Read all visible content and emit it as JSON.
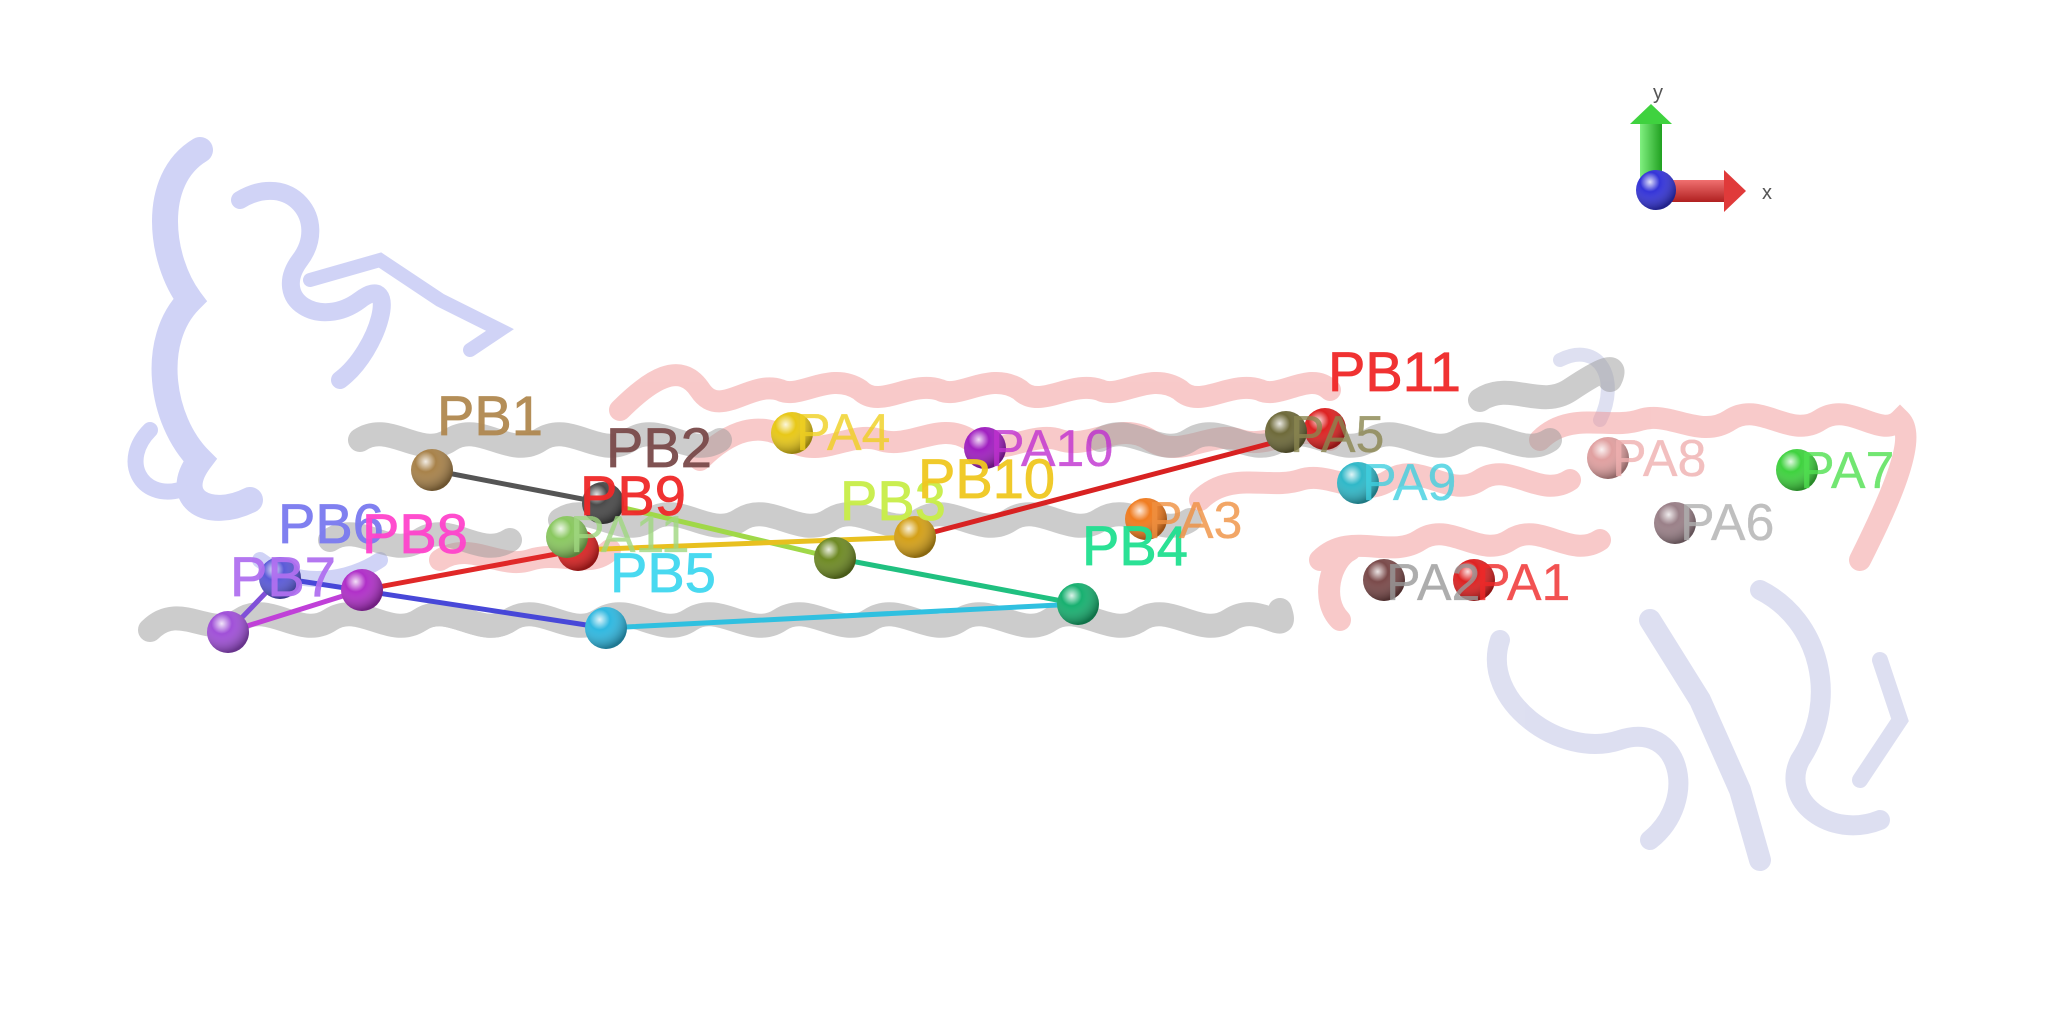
{
  "axes": {
    "x_label": "x",
    "y_label": "y",
    "x_color": "#e03a3a",
    "y_color": "#3fd23f",
    "z_color": "#3434d8"
  },
  "palette": {
    "chain_b": "#9a9a9a",
    "chain_a": "#f08a8a",
    "domain_left": "#aab0f0",
    "domain_right": "#c8cbe8"
  },
  "beads": [
    {
      "id": "PB1",
      "label": "PB1",
      "color": "#a8824a",
      "text_color": "#b08850"
    },
    {
      "id": "PB2",
      "label": "PB2",
      "color": "#4a4a4a",
      "text_color": "#7a4a4a"
    },
    {
      "id": "PB3",
      "label": "PB3",
      "color": "#6e8a24",
      "text_color": "#c8ee48"
    },
    {
      "id": "PB4",
      "label": "PB4",
      "color": "#18b070",
      "text_color": "#20e090"
    },
    {
      "id": "PB5",
      "label": "PB5",
      "color": "#30b8e0",
      "text_color": "#40d8f0"
    },
    {
      "id": "PB6",
      "label": "PB6",
      "color": "#5a5ad8",
      "text_color": "#7a7af0"
    },
    {
      "id": "PB7",
      "label": "PB7",
      "color": "#a050d8",
      "text_color": "#b070f0"
    },
    {
      "id": "PB8",
      "label": "PB8",
      "color": "#b030c8",
      "text_color": "#ff44cc"
    },
    {
      "id": "PB9",
      "label": "PB9",
      "color": "#dd2222",
      "text_color": "#f02828"
    },
    {
      "id": "PB10",
      "label": "PB10",
      "color": "#d4a018",
      "text_color": "#f0c820"
    },
    {
      "id": "PB11",
      "label": "PB11",
      "color": "#dd2222",
      "text_color": "#f02828"
    },
    {
      "id": "PA1",
      "label": "PA1",
      "color": "#dd2222",
      "text_color": "#f02828"
    },
    {
      "id": "PA2",
      "label": "PA2",
      "color": "#7a4a4a",
      "text_color": "#999999"
    },
    {
      "id": "PA3",
      "label": "PA3",
      "color": "#f07c20",
      "text_color": "#f09040"
    },
    {
      "id": "PA4",
      "label": "PA4",
      "color": "#e8c818",
      "text_color": "#f0d020"
    },
    {
      "id": "PA5",
      "label": "PA5",
      "color": "#6e6a3a",
      "text_color": "#8a8650"
    },
    {
      "id": "PA6",
      "label": "PA6",
      "color": "#9a8088",
      "text_color": "#b0b0b0"
    },
    {
      "id": "PA7",
      "label": "PA7",
      "color": "#3fd23f",
      "text_color": "#50e050"
    },
    {
      "id": "PA8",
      "label": "PA8",
      "color": "#e0a0a0",
      "text_color": "#f0b0b0"
    },
    {
      "id": "PA9",
      "label": "PA9",
      "color": "#30b8c8",
      "text_color": "#40d0e0"
    },
    {
      "id": "PA10",
      "label": "PA10",
      "color": "#a020c0",
      "text_color": "#c030d0"
    },
    {
      "id": "PA11",
      "label": "PA11",
      "color": "#8ac860",
      "text_color": "#a0d880"
    }
  ],
  "bonds": [
    {
      "from": "PB1",
      "to": "PB2",
      "color": "#555555"
    },
    {
      "from": "PB2",
      "to": "PB3",
      "color": "#a0d848"
    },
    {
      "from": "PB3",
      "to": "PB4",
      "color": "#20c080"
    },
    {
      "from": "PB4",
      "to": "PB5",
      "color": "#30c0e0"
    },
    {
      "from": "PB5",
      "to": "PB6",
      "color": "#4848d8"
    },
    {
      "from": "PB6",
      "to": "PB7",
      "color": "#8050d8"
    },
    {
      "from": "PB7",
      "to": "PB8",
      "color": "#c040d8"
    },
    {
      "from": "PB8",
      "to": "PB9",
      "color": "#e02828"
    },
    {
      "from": "PB9",
      "to": "PB10",
      "color": "#e8c020"
    },
    {
      "from": "PB10",
      "to": "PB11",
      "color": "#d82222"
    }
  ]
}
